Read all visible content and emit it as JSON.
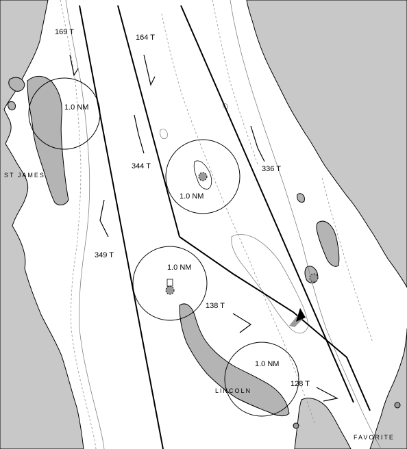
{
  "colors": {
    "land": "#c8c8c8",
    "land_shade": "#b4b4b4",
    "water": "#ffffff",
    "route": "#000000",
    "contour": "#808080",
    "marker": "#9a9a9a"
  },
  "map": {
    "places": [
      {
        "id": "st-james",
        "label": "ST JAMES"
      },
      {
        "id": "lincoln",
        "label": "LINCOLN"
      },
      {
        "id": "favorite",
        "label": "FAVORITE"
      }
    ],
    "bearings": [
      {
        "id": "169",
        "label": "169 T"
      },
      {
        "id": "164",
        "label": "164 T"
      },
      {
        "id": "344",
        "label": "344 T"
      },
      {
        "id": "336",
        "label": "336 T"
      },
      {
        "id": "349",
        "label": "349 T"
      },
      {
        "id": "138",
        "label": "138 T"
      },
      {
        "id": "128",
        "label": "128 T"
      }
    ],
    "range_rings": [
      {
        "id": "ring-1",
        "label": "1.0 NM"
      },
      {
        "id": "ring-2",
        "label": "1.0 NM"
      },
      {
        "id": "ring-3",
        "label": "1.0 NM"
      },
      {
        "id": "ring-4",
        "label": "1.0 NM"
      }
    ]
  }
}
